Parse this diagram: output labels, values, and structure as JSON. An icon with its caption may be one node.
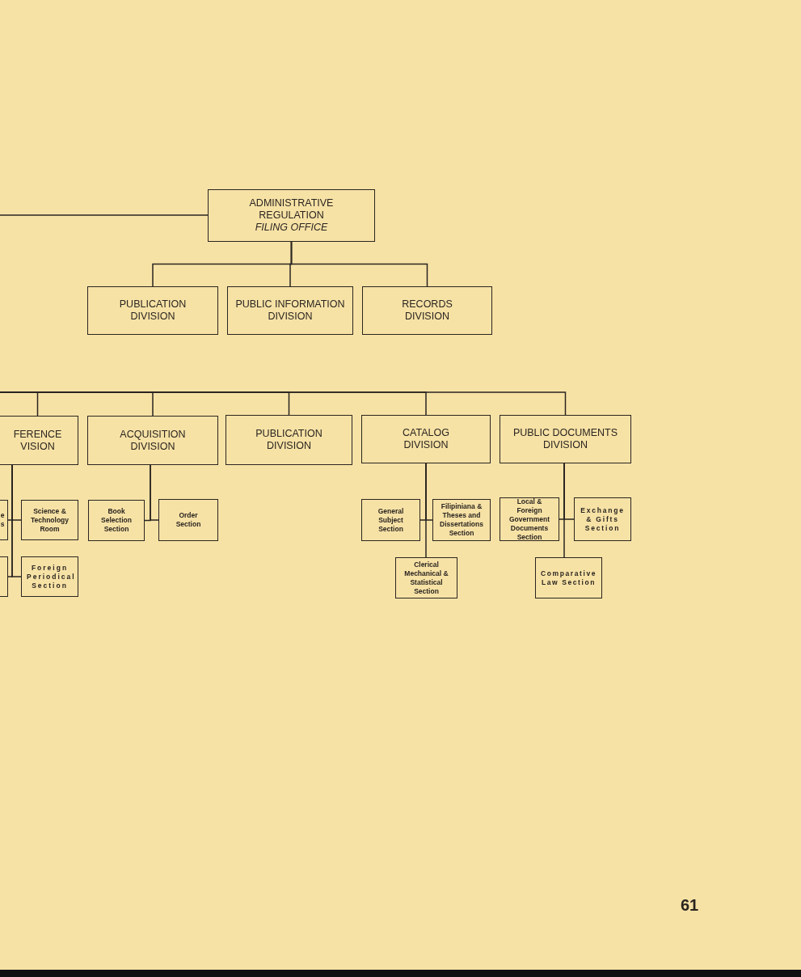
{
  "diagram": {
    "nodes": [
      {
        "text": [
          "ADMINISTRATIVE REGULATION *FILING OFFICE*"
        ]
      },
      {
        "text": [
          "PUBLICATION DIVISION"
        ]
      },
      {
        "text": [
          "PUBLIC INFORMATION DIVISION"
        ]
      },
      {
        "text": [
          "RECORDS DIVISION"
        ]
      },
      {
        "text": [
          "FERENCE VISION"
        ]
      },
      {
        "text": [
          "ACQUISITION DIVISION"
        ]
      },
      {
        "text": [
          "PUBLICATION DIVISION"
        ]
      },
      {
        "text": [
          "CATALOG DIVISION"
        ]
      },
      {
        "text": [
          "PUBLIC DOCUMENTS DIVISION"
        ]
      },
      {
        "text": [
          "e s"
        ]
      },
      {
        "text": [
          "Science & Technology Room"
        ]
      },
      {
        "text": [],
        "shape": "box"
      },
      {
        "text": [
          "Foreign Periodical Section"
        ]
      },
      {
        "text": [
          "Book Selection Section"
        ]
      },
      {
        "text": [
          "Order Section"
        ]
      },
      {
        "text": [
          "General Subject Section"
        ]
      },
      {
        "text": [
          "Filipiniana & Theses and Dissertations Section"
        ]
      },
      {
        "text": [
          "Clerical Mechanical & Statistical Section"
        ]
      },
      {
        "text": [
          "Local & Foreign Government Documents Section"
        ]
      },
      {
        "text": [
          "Exchange & Gifts Section"
        ]
      },
      {
        "text": [
          "Comparative Law Section"
        ]
      }
    ],
    "edges": [
      {
        "from": null,
        "to": 0,
        "arrow": "none"
      },
      {
        "from": 0,
        "to": 1,
        "arrow": "none"
      },
      {
        "from": 0,
        "to": 2,
        "arrow": "none"
      },
      {
        "from": 0,
        "to": 3,
        "arrow": "none"
      },
      {
        "from": null,
        "to": 4,
        "arrow": "none"
      },
      {
        "from": null,
        "to": 5,
        "arrow": "none"
      },
      {
        "from": null,
        "to": 6,
        "arrow": "none"
      },
      {
        "from": null,
        "to": 7,
        "arrow": "none"
      },
      {
        "from": null,
        "to": 8,
        "arrow": "none"
      },
      {
        "from": 4,
        "to": 9,
        "arrow": "none"
      },
      {
        "from": 4,
        "to": 10,
        "arrow": "none"
      },
      {
        "from": 4,
        "to": 11,
        "arrow": "none"
      },
      {
        "from": 4,
        "to": 12,
        "arrow": "none"
      },
      {
        "from": 5,
        "to": 13,
        "arrow": "none"
      },
      {
        "from": 5,
        "to": 14,
        "arrow": "none"
      },
      {
        "from": 7,
        "to": 15,
        "arrow": "none"
      },
      {
        "from": 7,
        "to": 16,
        "arrow": "none"
      },
      {
        "from": 7,
        "to": 17,
        "arrow": "none"
      },
      {
        "from": 8,
        "to": 18,
        "arrow": "none"
      },
      {
        "from": 8,
        "to": 19,
        "arrow": "none"
      },
      {
        "from": 8,
        "to": 20,
        "arrow": "none"
      }
    ],
    "labels": [
      "61"
    ]
  }
}
